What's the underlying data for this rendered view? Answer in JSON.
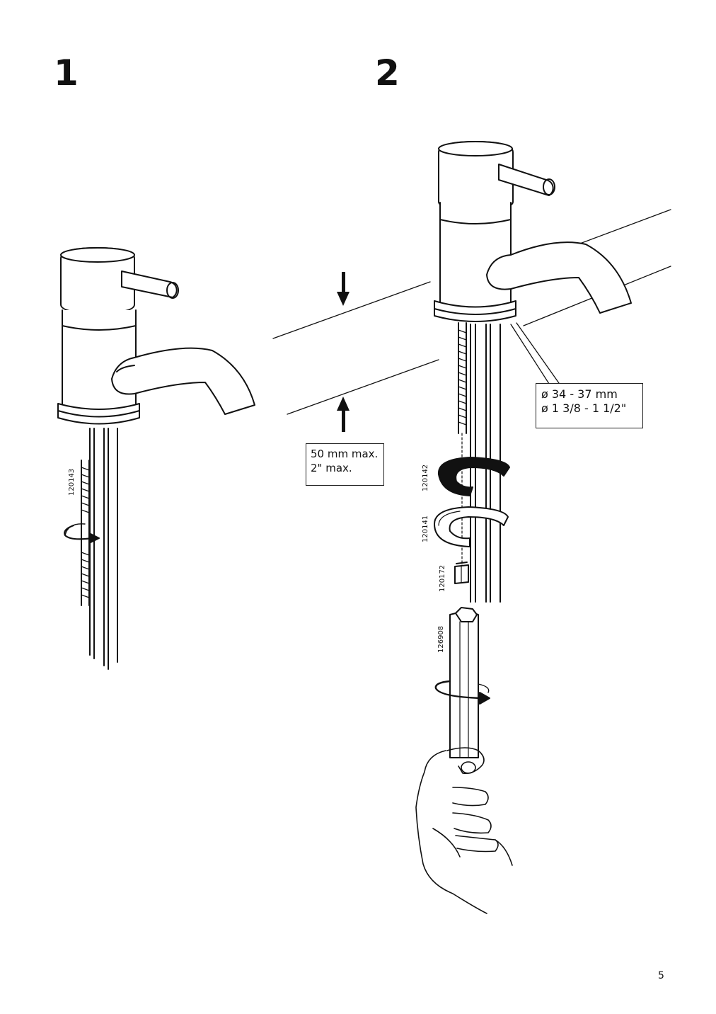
{
  "steps": [
    {
      "number": "1"
    },
    {
      "number": "2"
    }
  ],
  "step1": {
    "part_numbers": [
      "120143"
    ]
  },
  "step2": {
    "callout_height": {
      "line1": "50 mm max.",
      "line2": "2\" max."
    },
    "callout_diameter": {
      "line1": "ø 34 - 37 mm",
      "line2": "ø 1 3/8 - 1 1/2\""
    },
    "part_numbers": [
      "120142",
      "120141",
      "120172",
      "126908"
    ]
  },
  "page_number": "5"
}
